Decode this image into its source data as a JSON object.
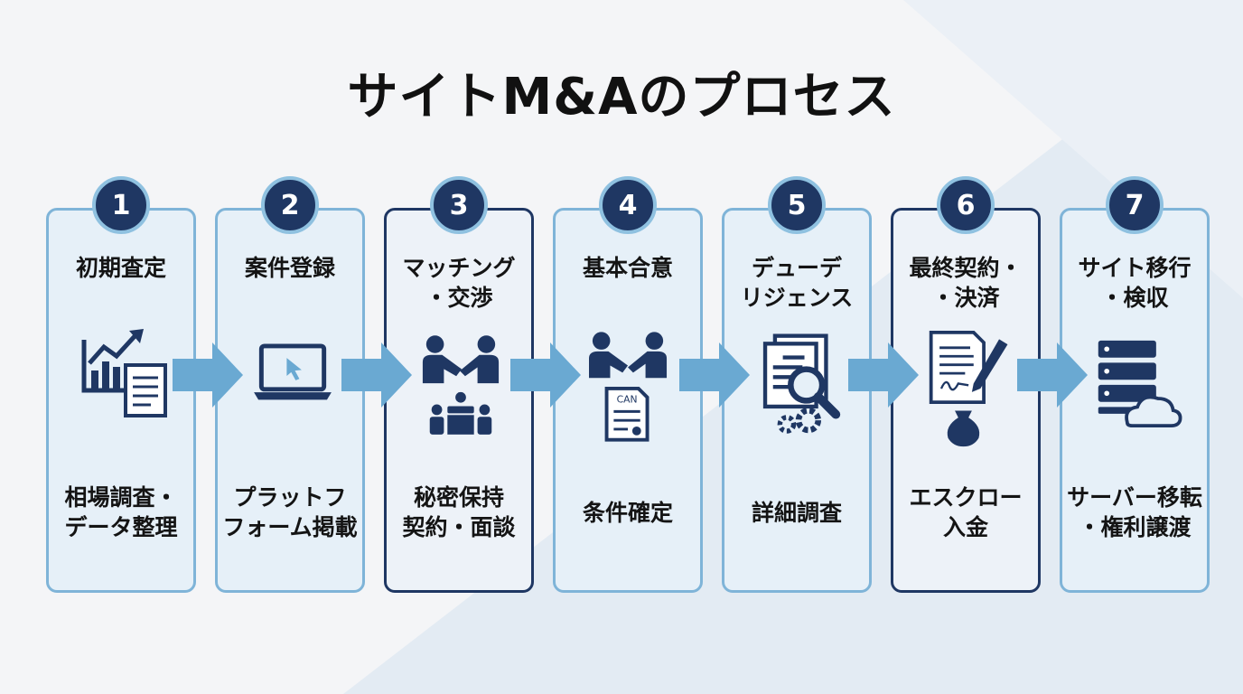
{
  "title": "サイトM&Aのプロセス",
  "colors": {
    "navy": "#1f3763",
    "light_blue": "#7fb4d8",
    "arrow": "#6aa9d2",
    "card_bg": "#e6f0f8"
  },
  "steps": [
    {
      "number": "1",
      "title": [
        "初期査定"
      ],
      "desc": [
        "相場調査・",
        "データ整理"
      ],
      "icon": "growth-chart-report-icon"
    },
    {
      "number": "2",
      "title": [
        "案件登録"
      ],
      "desc": [
        "プラットフ",
        "フォーム掲載"
      ],
      "icon": "laptop-cursor-icon"
    },
    {
      "number": "3",
      "title": [
        "マッチング",
        "・交渉"
      ],
      "desc": [
        "秘密保持",
        "契約・面談"
      ],
      "icon": "handshake-meeting-icon"
    },
    {
      "number": "4",
      "title": [
        "基本合意"
      ],
      "desc": [
        "条件確定"
      ],
      "icon": "handshake-document-icon",
      "doc_label": "CAN"
    },
    {
      "number": "5",
      "title": [
        "デューデ",
        "リジェンス"
      ],
      "desc": [
        "詳細調査"
      ],
      "icon": "document-search-gears-icon"
    },
    {
      "number": "6",
      "title": [
        "最終契約・",
        "・決済"
      ],
      "desc": [
        "エスクロー",
        "入金"
      ],
      "icon": "contract-pen-money-icon"
    },
    {
      "number": "7",
      "title": [
        "サイト移行",
        "・検収"
      ],
      "desc": [
        "サーバー移転",
        "・権利譲渡"
      ],
      "icon": "server-cloud-icon"
    }
  ],
  "arrow_icon": "right-arrow-icon"
}
